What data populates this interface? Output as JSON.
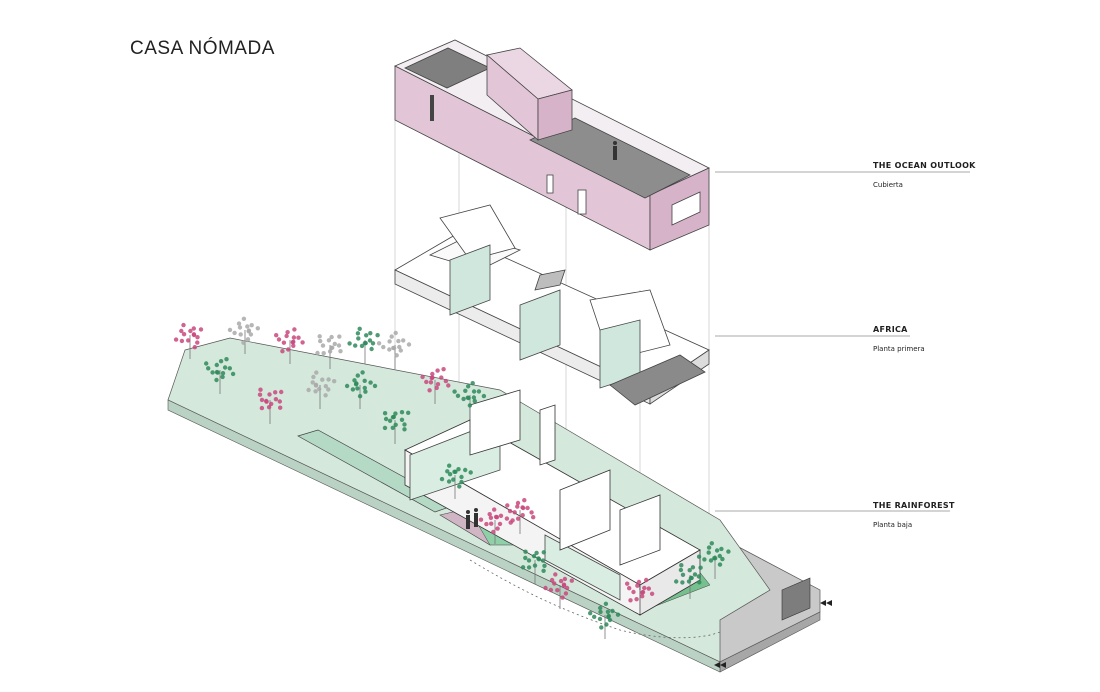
{
  "title": "CASA NÓMADA",
  "levels": [
    {
      "name": "THE OCEAN OUTLOOK",
      "subtitle": "Cubierta"
    },
    {
      "name": "AFRICA",
      "subtitle": "Planta primera"
    },
    {
      "name": "THE RAINFOREST",
      "subtitle": "Planta baja"
    }
  ],
  "colors": {
    "roof_pink": "#e2c6d8",
    "garden_green": "#cfe5d8",
    "pool_green": "#b8dcc8",
    "street_grey": "#c9c9c9",
    "tree_pink": "#c9487e",
    "tree_green": "#2f8a5a",
    "tree_grey": "#a9a9a9",
    "line": "#333333"
  }
}
